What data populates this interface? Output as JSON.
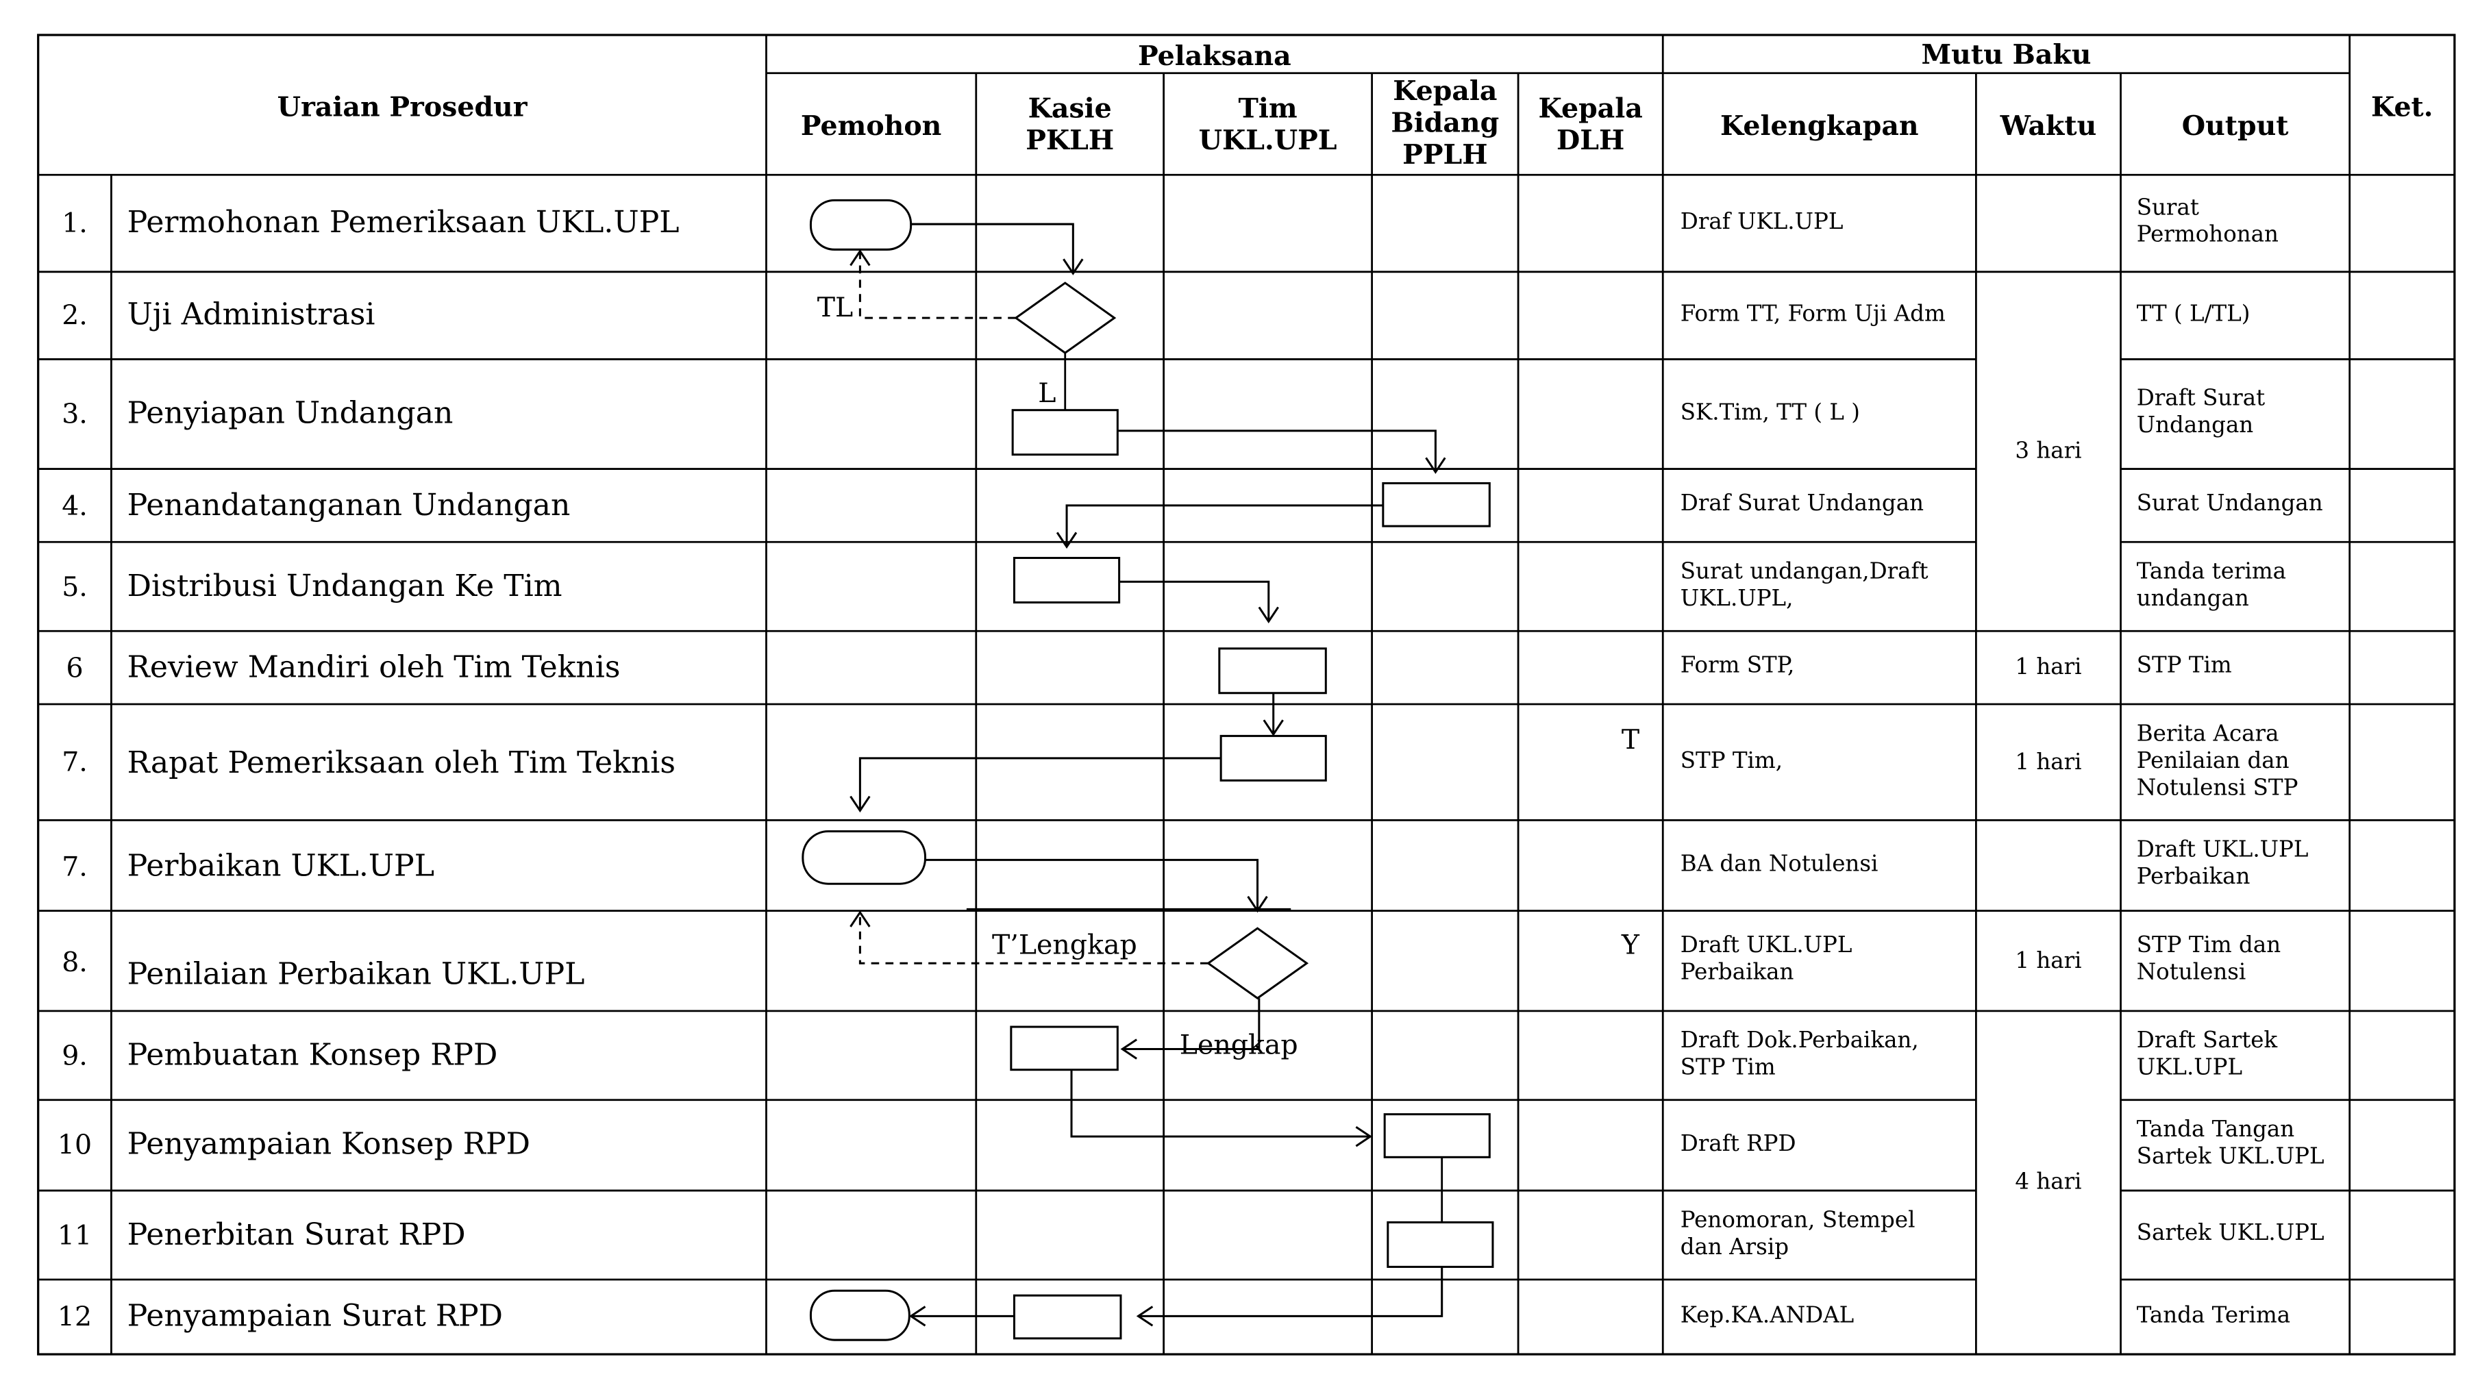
{
  "table": {
    "header": {
      "uraian": "Uraian Prosedur",
      "pelaksana": "Pelaksana",
      "mutu_baku": "Mutu Baku",
      "ket": "Ket.",
      "pelaksana_cols": [
        "Pemohon",
        "Kasie\nPKLH",
        "Tim\nUKL.UPL",
        "Kepala\nBidang\nPPLH",
        "Kepala\nDLH"
      ],
      "mutu_cols": [
        "Kelengkapan",
        "Waktu",
        "Output"
      ]
    },
    "rows": [
      {
        "no": "1.",
        "uraian": "Permohonan Pemeriksaan UKL.UPL",
        "kelengkapan": "Draf UKL.UPL",
        "output": "Surat\nPermohonan"
      },
      {
        "no": "2.",
        "uraian": "Uji Administrasi",
        "kelengkapan": "Form TT, Form Uji Adm",
        "output": "TT ( L/TL)"
      },
      {
        "no": "3.",
        "uraian": "Penyiapan Undangan",
        "kelengkapan": "SK.Tim, TT ( L )",
        "output": "Draft Surat\nUndangan"
      },
      {
        "no": "4.",
        "uraian": "Penandatanganan Undangan",
        "kelengkapan": "Draf Surat Undangan",
        "output": "Surat Undangan"
      },
      {
        "no": "5.",
        "uraian": "Distribusi Undangan Ke Tim",
        "kelengkapan": "Surat undangan,Draft\nUKL.UPL,",
        "output": "Tanda terima\nundangan"
      },
      {
        "no": "6",
        "uraian": "Review Mandiri oleh Tim Teknis",
        "kelengkapan": "Form STP,",
        "output": "STP Tim"
      },
      {
        "no": "7.",
        "uraian": "Rapat Pemeriksaan oleh Tim Teknis",
        "kelengkapan": "STP Tim,",
        "output": "Berita Acara\nPenilaian dan\nNotulensi STP"
      },
      {
        "no": "7.",
        "uraian": "Perbaikan UKL.UPL",
        "kelengkapan": "BA dan Notulensi",
        "output": "Draft UKL.UPL\nPerbaikan"
      },
      {
        "no": "8.",
        "uraian": "Penilaian Perbaikan UKL.UPL",
        "kelengkapan": "Draft UKL.UPL\nPerbaikan",
        "output": "STP  Tim dan\nNotulensi"
      },
      {
        "no": "9.",
        "uraian": "Pembuatan Konsep RPD",
        "kelengkapan": "Draft Dok.Perbaikan,\nSTP Tim",
        "output": "Draft Sartek\nUKL.UPL"
      },
      {
        "no": "10",
        "uraian": "Penyampaian Konsep RPD",
        "kelengkapan": "Draft RPD",
        "output": "Tanda Tangan\nSartek UKL.UPL"
      },
      {
        "no": "11",
        "uraian": "Penerbitan Surat RPD",
        "kelengkapan": "Penomoran, Stempel\ndan Arsip",
        "output": "Sartek UKL.UPL"
      },
      {
        "no": "12",
        "uraian": "Penyampaian Surat RPD",
        "kelengkapan": "Kep.KA.ANDAL",
        "output": "Tanda Terima"
      }
    ],
    "waktu": {
      "w_3": "3 hari",
      "w_6": "1 hari",
      "w_7": "1 hari",
      "w_8": "1 hari",
      "w_10": "4 hari"
    }
  },
  "flow_labels": {
    "tl": "TL",
    "l": "L",
    "t": "T",
    "t_lengkap": "T’Lengkap",
    "y": "Y",
    "lengkap": "Lengkap"
  }
}
